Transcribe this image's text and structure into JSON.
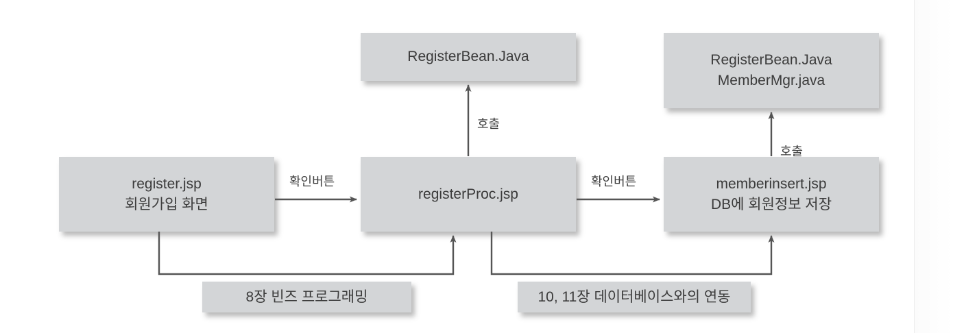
{
  "diagram": {
    "background_color": "#ffffff",
    "box_fill_color": "#d3d5d7",
    "line_color": "#555555",
    "text_color": "#3b3b3b",
    "nodes": {
      "register_jsp": {
        "line1": "register.jsp",
        "line2": "회원가입 화면"
      },
      "register_proc_jsp": {
        "line1": "registerProc.jsp"
      },
      "memberinsert_jsp": {
        "line1": "memberinsert.jsp",
        "line2": "DB에 회원정보 저장"
      },
      "register_bean_top": {
        "line1": "RegisterBean.Java"
      },
      "bean_and_mgr": {
        "line1": "RegisterBean.Java",
        "line2": "MemberMgr.java"
      },
      "caption_beans": {
        "line1": "8장 빈즈 프로그래밍"
      },
      "caption_database": {
        "line1": "10, 11장 데이터베이스와의 연동"
      }
    },
    "edges": {
      "register_to_proc": "확인버튼",
      "proc_to_memberinsert": "확인버튼",
      "proc_to_bean": "호출",
      "memberinsert_to_mgr": "호출"
    }
  }
}
